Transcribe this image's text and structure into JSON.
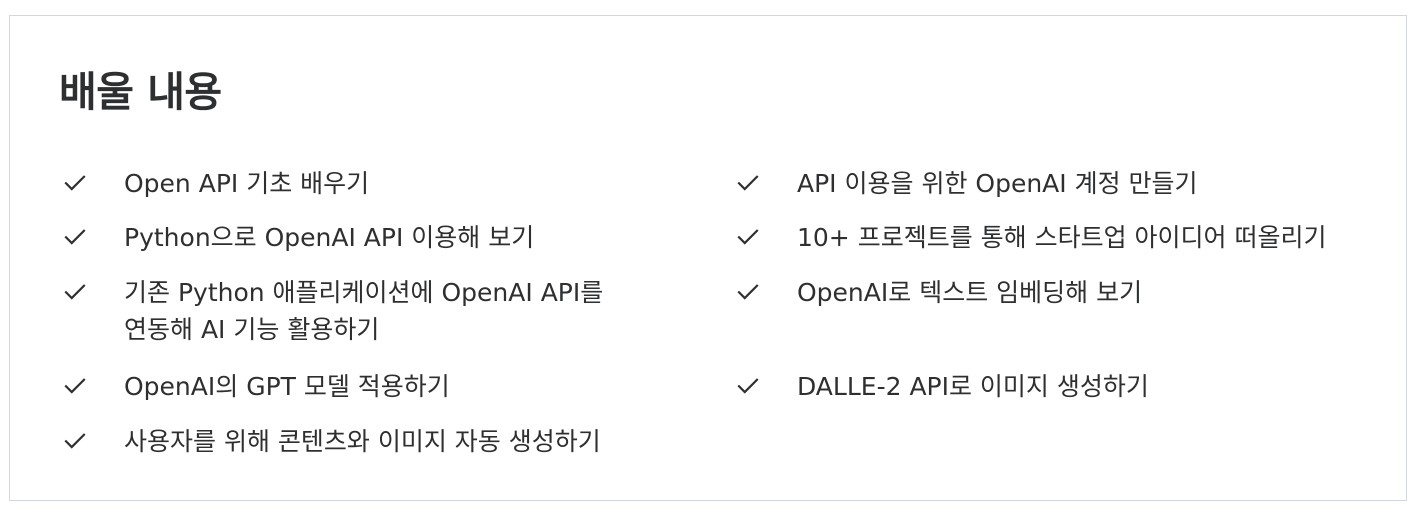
{
  "section": {
    "title": "배울 내용"
  },
  "left_items": [
    {
      "label": "Open API 기초 배우기"
    },
    {
      "label": "Python으로 OpenAI API 이용해 보기"
    },
    {
      "label_line1": "기존 Python 애플리케이션에 OpenAI API를",
      "label_line2": "연동해 AI 기능 활용하기"
    },
    {
      "label": "OpenAI의 GPT 모델 적용하기"
    },
    {
      "label": "사용자를 위해 콘텐츠와 이미지 자동 생성하기"
    }
  ],
  "right_items": [
    {
      "label": "API 이용을 위한 OpenAI 계정 만들기"
    },
    {
      "label": "10+ 프로젝트를 통해 스타트업 아이디어 떠올리기"
    },
    {
      "label": "OpenAI로 텍스트 임베딩해 보기"
    },
    {
      "label": "DALLE-2 API로 이미지 생성하기"
    }
  ],
  "icons": {
    "check": "checkmark-icon"
  },
  "colors": {
    "text": "#2d2f31",
    "border": "#d1d7dc",
    "background": "#ffffff"
  }
}
